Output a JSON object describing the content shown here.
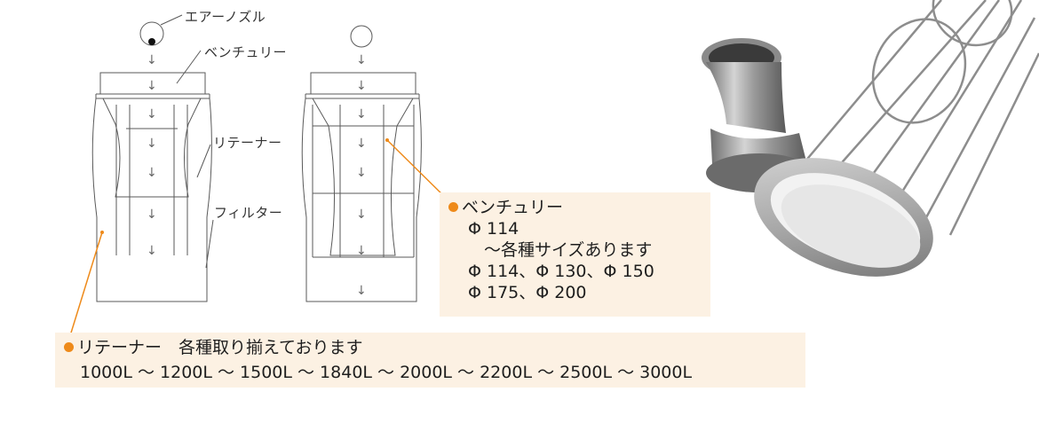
{
  "diagram": {
    "labels": {
      "air_nozzle": "エアーノズル",
      "venturi": "ベンチュリー",
      "retainer": "リテーナー",
      "filter": "フィルター"
    }
  },
  "venturi_box": {
    "title": "ベンチュリー",
    "lines": [
      "Φ 114",
      "〜各種サイズあります",
      "Φ 114、Φ 130、Φ 150",
      "Φ 175、Φ 200"
    ]
  },
  "retainer_box": {
    "title": "リテーナー　各種取り揃えております",
    "sizes": "1000L 〜 1200L 〜 1500L 〜 1840L 〜 2000L 〜 2200L 〜 2500L 〜 3000L"
  },
  "colors": {
    "accent": "#ee8a1a",
    "box_bg": "#fcf1e3",
    "line": "#555555"
  },
  "photo": {
    "subject": "venturi-and-retainer-cage-photo"
  }
}
